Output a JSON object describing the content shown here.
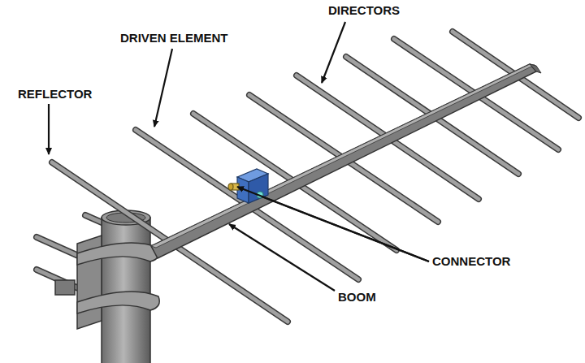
{
  "diagram": {
    "labels": [
      "DIRECTORS",
      "DRIVEN ELEMENT",
      "REFLECTOR",
      "CONNECTOR",
      "BOOM"
    ]
  }
}
